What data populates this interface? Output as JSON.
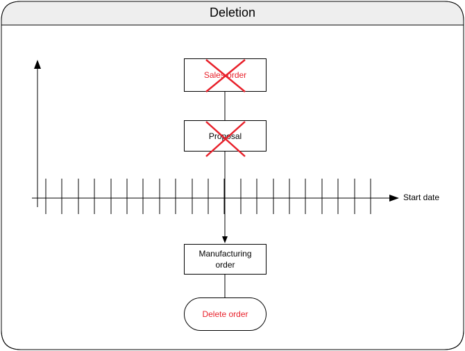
{
  "title": "Deletion",
  "nodes": {
    "sales_order": {
      "label": "Sales order",
      "deleted": true
    },
    "proposal": {
      "label": "Proposal",
      "deleted": true
    },
    "manufacturing_order": {
      "label_line1": "Manufacturing",
      "label_line2": "order"
    },
    "delete_order": {
      "label": "Delete order"
    }
  },
  "axis": {
    "x_label": "Start date"
  },
  "colors": {
    "deleted_mark": "#e8202a",
    "deleted_text": "#e8202a",
    "line": "#000000",
    "panel_header": "#eeeeee"
  }
}
